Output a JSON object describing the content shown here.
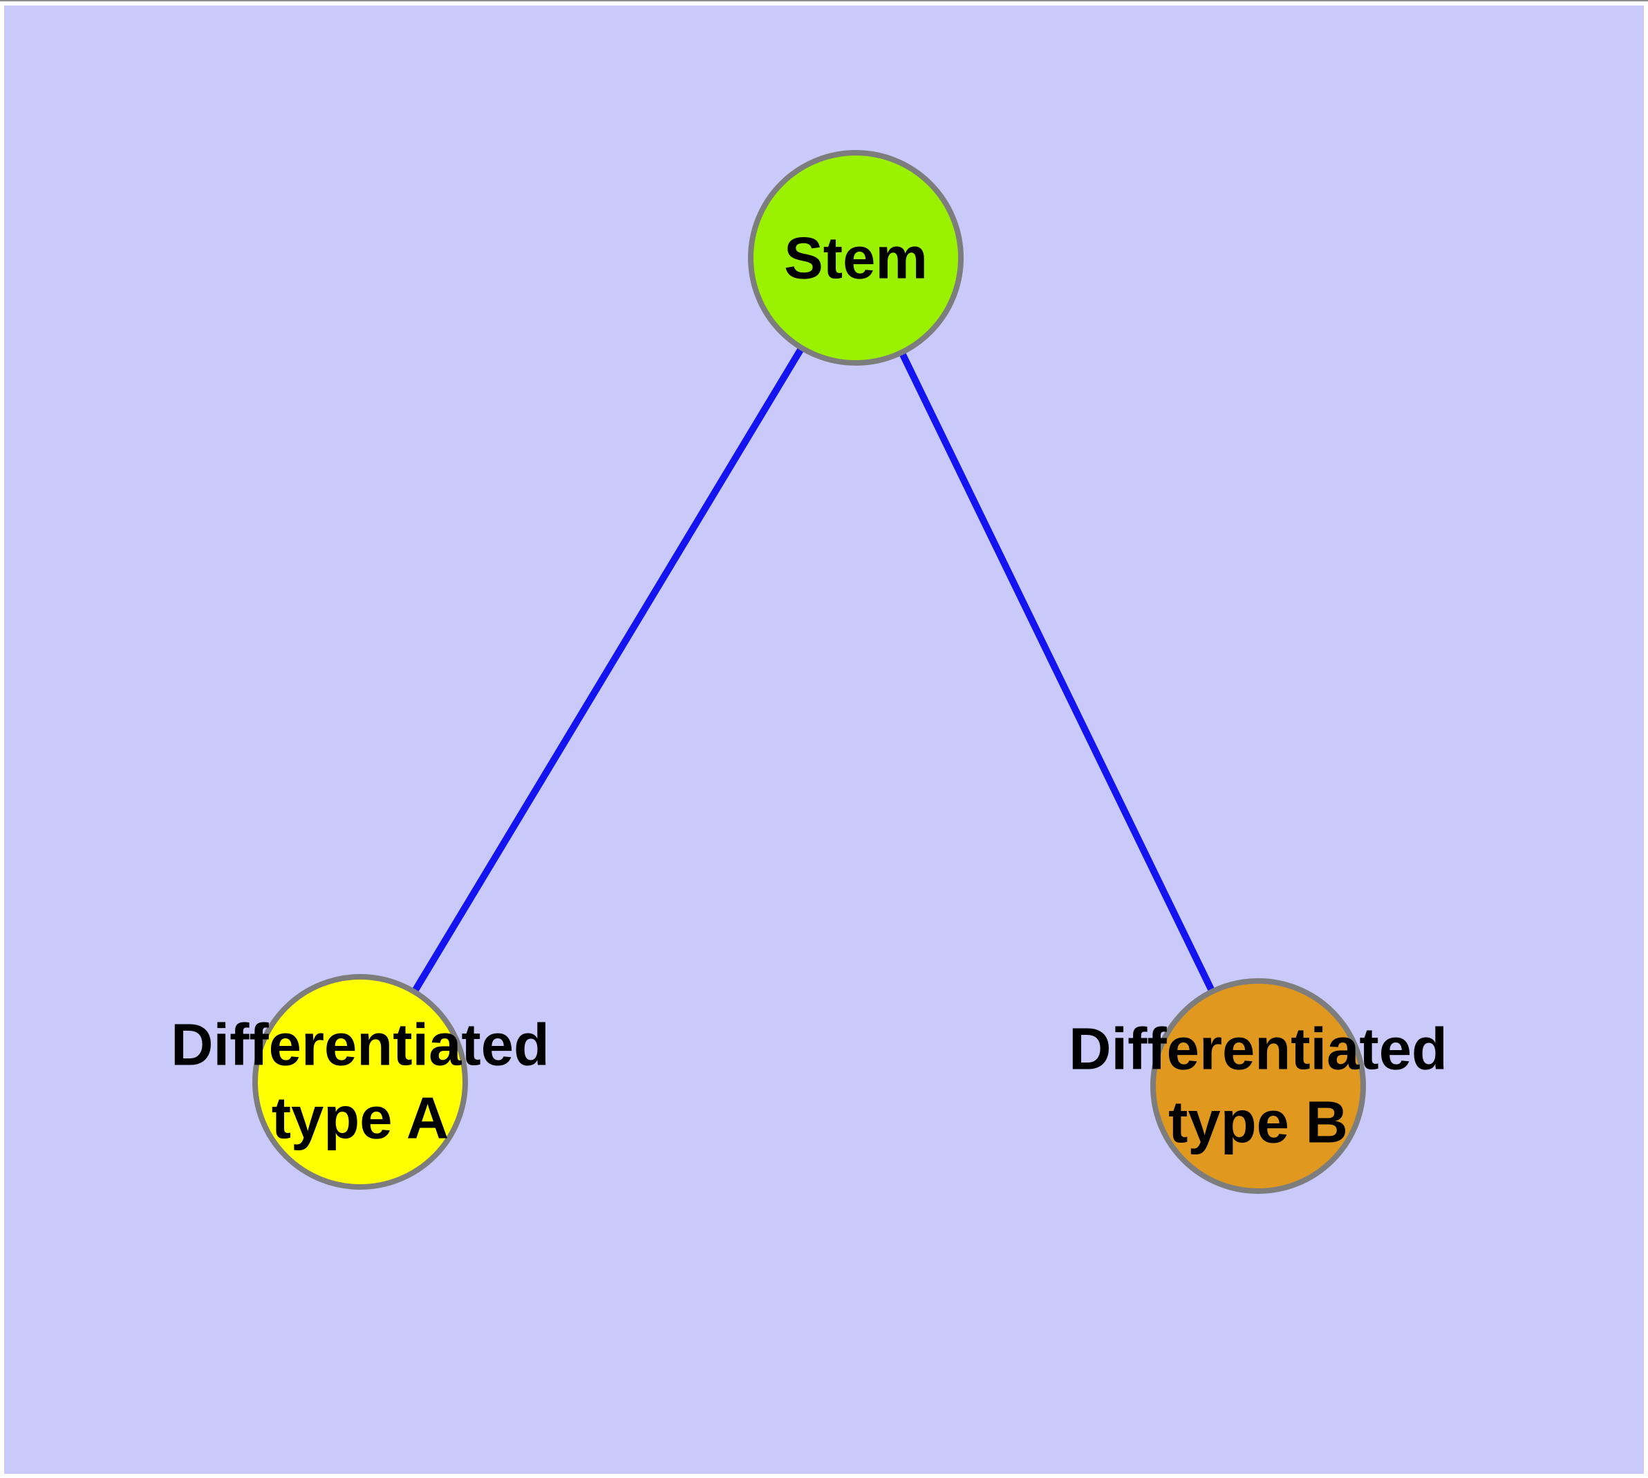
{
  "theme": {
    "background": "#CACAFA",
    "edge_color": "#1414F0",
    "node_border_color": "#7D7D7D",
    "text_color": "#000000",
    "frame_color": "#FFFFFF",
    "top_line_color": "#8F8F8F"
  },
  "graph": {
    "type": "node-link-diagram",
    "nodes": [
      {
        "id": "stem",
        "label": "Stem",
        "fill": "#9AF200"
      },
      {
        "id": "type-a",
        "label_line1": "Differentiated",
        "label_line2": "type A",
        "fill": "#FFFF00"
      },
      {
        "id": "type-b",
        "label_line1": "Differentiated",
        "label_line2": "type B",
        "fill": "#E0981E"
      }
    ],
    "edges": [
      {
        "from": "stem",
        "to": "type-a"
      },
      {
        "from": "stem",
        "to": "type-b"
      }
    ]
  }
}
